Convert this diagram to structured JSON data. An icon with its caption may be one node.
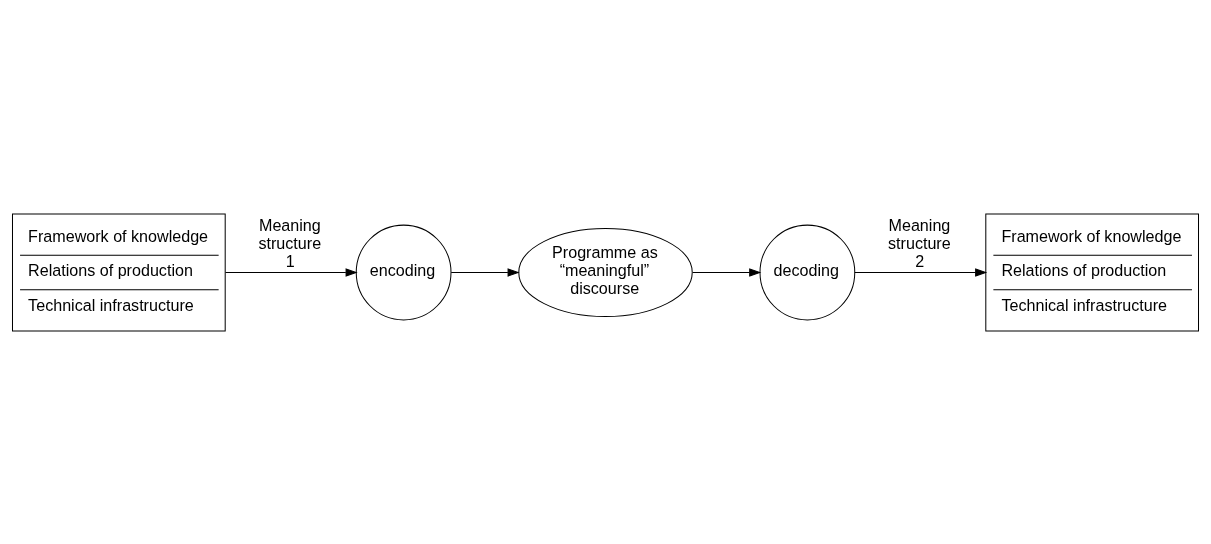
{
  "diagram": {
    "nodes": [
      {
        "text": [
          "encoding"
        ]
      },
      {
        "text": [
          "Programme as “meaningful” discourse"
        ]
      },
      {
        "text": [
          "decoding"
        ]
      },
      {
        "text": [
          "Framework of knowledge",
          "Relations of production",
          "Technical infrastructure"
        ]
      },
      {
        "text": [
          "Framework of knowledge",
          "Relations of production",
          "Technical infrastructure"
        ]
      }
    ],
    "edges": [
      {
        "from": 3,
        "to": 0,
        "arrow": "to",
        "label": "Meaning structure 1"
      },
      {
        "from": 0,
        "to": 1,
        "arrow": "to"
      },
      {
        "from": 1,
        "to": 2,
        "arrow": "to"
      },
      {
        "from": 2,
        "to": 4,
        "arrow": "to",
        "label": "Meaning structure 2"
      }
    ]
  }
}
